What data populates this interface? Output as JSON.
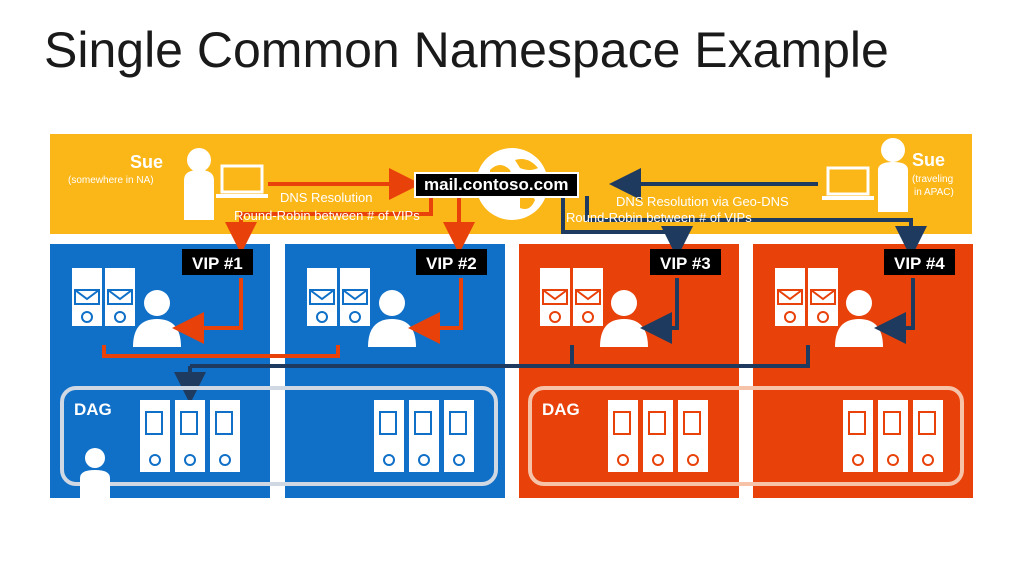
{
  "slide": {
    "title": "Single Common Namespace Example"
  },
  "users": {
    "left": {
      "name": "Sue",
      "location": "(somewhere in NA)"
    },
    "right": {
      "name": "Sue",
      "location_line1": "(traveling",
      "location_line2": "in APAC)"
    }
  },
  "dns": {
    "hostname": "mail.contoso.com",
    "left_line1": "DNS Resolution",
    "left_line2": "Round-Robin between # of VIPs",
    "right_line1": "DNS Resolution via Geo-DNS",
    "right_line2": "Round-Robin between # of VIPs"
  },
  "vips": [
    "VIP #1",
    "VIP #2",
    "VIP #3",
    "VIP #4"
  ],
  "dag_labels": [
    "DAG",
    "DAG"
  ],
  "colors": {
    "yellow": "#fbb617",
    "blue": "#1070c8",
    "orange": "#e8410a",
    "red_arrow": "#e8410a",
    "navy_arrow": "#1f3a5f"
  }
}
